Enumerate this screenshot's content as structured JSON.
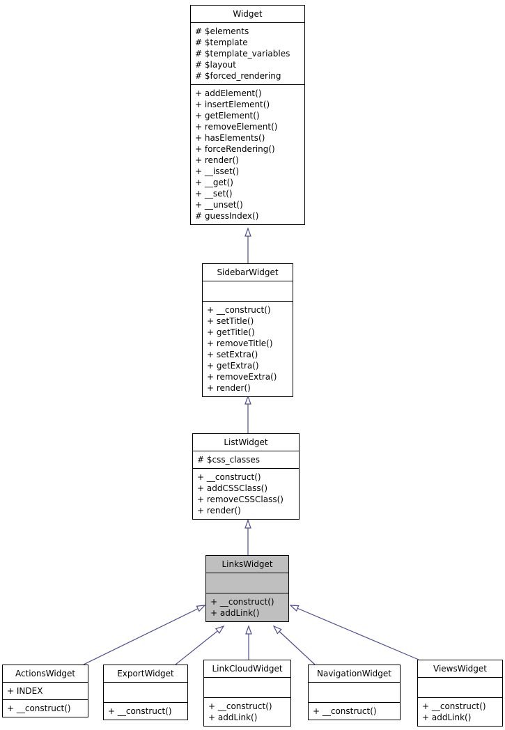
{
  "colors": {
    "edge": "#4d4d99",
    "highlight_fill": "#bfbfbf",
    "box_fill": "#ffffff",
    "border": "#000000"
  },
  "classes": {
    "widget": {
      "name": "Widget",
      "attributes": [
        "# $elements",
        "# $template",
        "# $template_variables",
        "# $layout",
        "# $forced_rendering"
      ],
      "methods": [
        "+ addElement()",
        "+ insertElement()",
        "+ getElement()",
        "+ removeElement()",
        "+ hasElements()",
        "+ forceRendering()",
        "+ render()",
        "+ __isset()",
        "+ __get()",
        "+ __set()",
        "+ __unset()",
        "# guessIndex()"
      ]
    },
    "sidebar_widget": {
      "name": "SidebarWidget",
      "attributes": [],
      "methods": [
        "+ __construct()",
        "+ setTitle()",
        "+ getTitle()",
        "+ removeTitle()",
        "+ setExtra()",
        "+ getExtra()",
        "+ removeExtra()",
        "+ render()"
      ]
    },
    "list_widget": {
      "name": "ListWidget",
      "attributes": [
        "# $css_classes"
      ],
      "methods": [
        "+ __construct()",
        "+ addCSSClass()",
        "+ removeCSSClass()",
        "+ render()"
      ]
    },
    "links_widget": {
      "name": "LinksWidget",
      "attributes": [],
      "methods": [
        "+ __construct()",
        "+ addLink()"
      ]
    },
    "actions_widget": {
      "name": "ActionsWidget",
      "attributes": [
        "+ INDEX"
      ],
      "methods": [
        "+ __construct()"
      ]
    },
    "export_widget": {
      "name": "ExportWidget",
      "attributes": [],
      "methods": [
        "+ __construct()"
      ]
    },
    "link_cloud_widget": {
      "name": "LinkCloudWidget",
      "attributes": [],
      "methods": [
        "+ __construct()",
        "+ addLink()"
      ]
    },
    "navigation_widget": {
      "name": "NavigationWidget",
      "attributes": [],
      "methods": [
        "+ __construct()"
      ]
    },
    "views_widget": {
      "name": "ViewsWidget",
      "attributes": [],
      "methods": [
        "+ __construct()",
        "+ addLink()"
      ]
    }
  },
  "edges": [
    {
      "from": "SidebarWidget",
      "to": "Widget",
      "type": "inheritance"
    },
    {
      "from": "ListWidget",
      "to": "SidebarWidget",
      "type": "inheritance"
    },
    {
      "from": "LinksWidget",
      "to": "ListWidget",
      "type": "inheritance"
    },
    {
      "from": "ActionsWidget",
      "to": "LinksWidget",
      "type": "inheritance"
    },
    {
      "from": "ExportWidget",
      "to": "LinksWidget",
      "type": "inheritance"
    },
    {
      "from": "LinkCloudWidget",
      "to": "LinksWidget",
      "type": "inheritance"
    },
    {
      "from": "NavigationWidget",
      "to": "LinksWidget",
      "type": "inheritance"
    },
    {
      "from": "ViewsWidget",
      "to": "LinksWidget",
      "type": "inheritance"
    }
  ]
}
